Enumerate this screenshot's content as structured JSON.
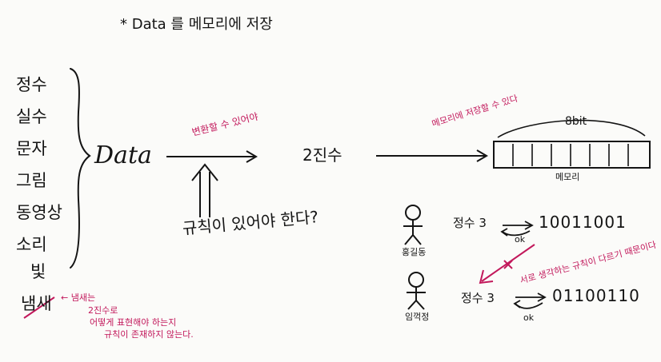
{
  "title": "* Data 를 메모리에 저장",
  "data_types": [
    "정수",
    "실수",
    "문자",
    "그림",
    "동영상",
    "소리",
    "빛",
    "냄새"
  ],
  "data_label": "Data",
  "arrow_top_note": "변환할 수 있어야",
  "rule_note": "규칙이 있어야 한다?",
  "binary_label": "2진수",
  "memory_note": "메모리에 저장할 수 있다",
  "memory_size": "8bit",
  "memory_label": "메모리",
  "smell_note_lines": [
    "← 냄새는",
    "2진수로",
    "어떻게 표현해야 하는지",
    "규칙이 존재하지 않는다."
  ],
  "person1_name": "홍길동",
  "person2_name": "임꺽정",
  "row1": {
    "label": "정수 3",
    "ok": "ok",
    "bits": "10011001"
  },
  "row2": {
    "label": "정수 3",
    "ok": "ok",
    "bits": "01100110"
  },
  "cross_note": "서로 생각하는 규칙이 다르기 때문이다"
}
